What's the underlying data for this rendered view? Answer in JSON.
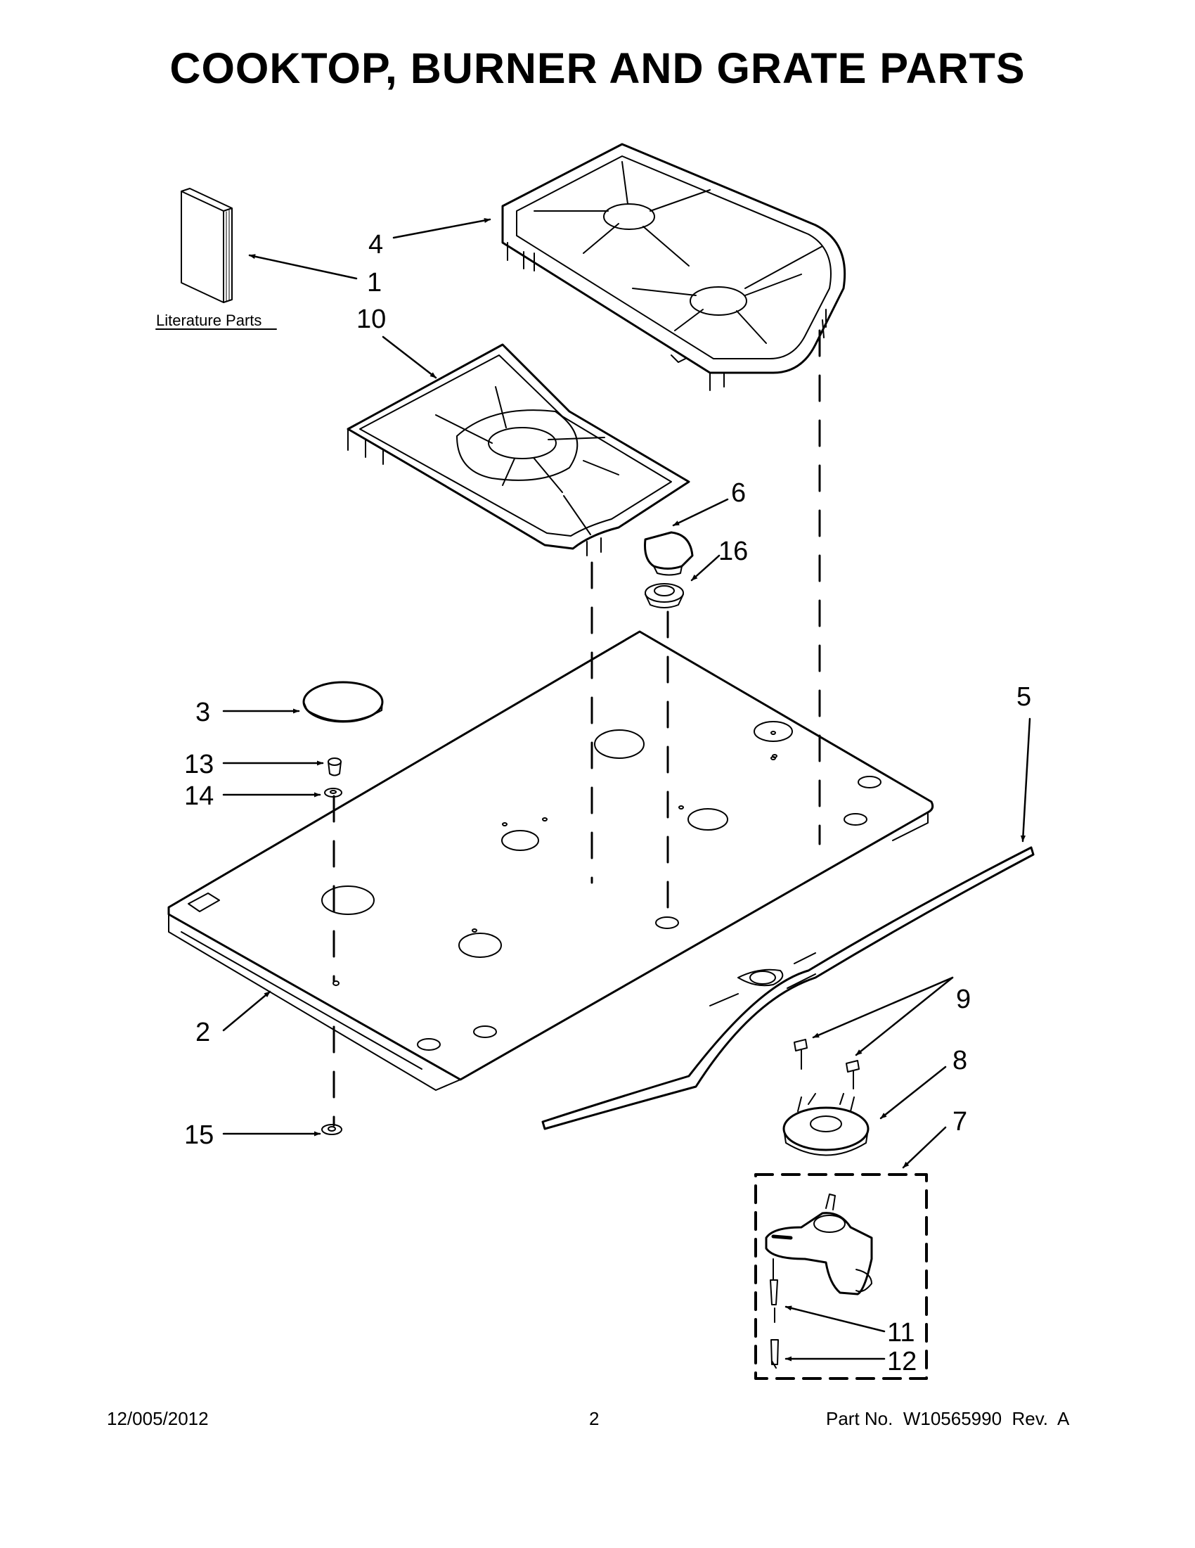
{
  "page": {
    "title": "COOKTOP, BURNER AND GRATE PARTS",
    "date": "12/005/2012",
    "page_number": "2",
    "part_info": "Part No.  W10565990  Rev.  A"
  },
  "diagram": {
    "literature_label": "Literature Parts",
    "callouts": [
      "1",
      "2",
      "3",
      "4",
      "5",
      "6",
      "7",
      "8",
      "9",
      "10",
      "11",
      "12",
      "13",
      "14",
      "15",
      "16"
    ]
  }
}
